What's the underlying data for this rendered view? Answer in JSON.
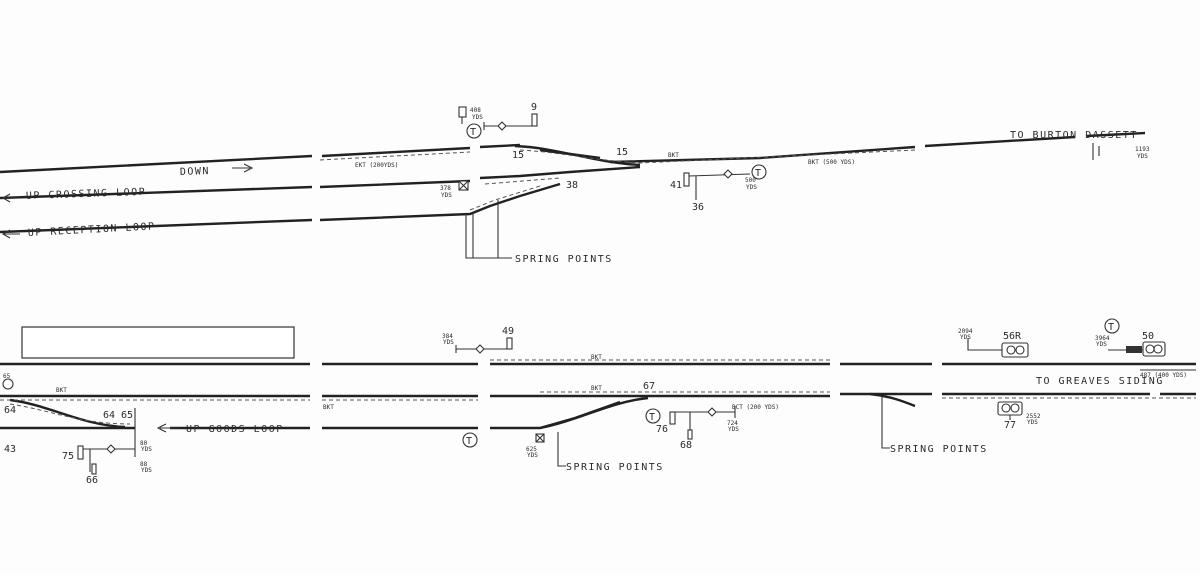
{
  "upper": {
    "to_burton_dassett": "TO BURTON DASSETT",
    "down": "DOWN",
    "up_crossing_loop": "UP CROSSING LOOP",
    "up_reception_loop": "UP RECEPTION LOOP",
    "spring_points": "SPRING POINTS",
    "ekt": "EKT (200YDS)",
    "bkt": "BKT",
    "bkt_500": "BKT (500 YDS)",
    "d_408": "408",
    "d_378": "378",
    "d_500": "500",
    "d_1193": "1193",
    "yds": "YDS",
    "n9": "9",
    "n15a": "15",
    "n15b": "15",
    "n38": "38",
    "n41": "41",
    "n36": "36",
    "t": "T"
  },
  "lower": {
    "to_greaves_siding": "TO GREAVES SIDING",
    "up_goods_loop": "UP GOODS LOOP",
    "spring_points_a": "SPRING POINTS",
    "spring_points_b": "SPRING POINTS",
    "bkt_top": "BKT",
    "bkt_mid": "BKT",
    "bkt_left": "BKT",
    "bkt_left2": "BKT",
    "bct_200": "BCT (200 YDS)",
    "n49": "49",
    "n50": "50",
    "n56r": "56R",
    "n67": "67",
    "n64a": "64",
    "n64b": "64",
    "n65a": "65",
    "n65b": "65",
    "n43": "43",
    "n75": "75",
    "n66": "66",
    "n76": "76",
    "n68": "68",
    "n77": "77",
    "d_384": "384",
    "d_2094": "2094",
    "d_3964": "3964",
    "d_487": "487 (400 YDS)",
    "d_2552": "2552",
    "d_80": "80",
    "d_88": "88",
    "d_724": "724",
    "d_625": "625",
    "yds": "YDS",
    "t": "T"
  },
  "colors": {
    "ink": "#222222",
    "paper": "#fdfdfd"
  }
}
